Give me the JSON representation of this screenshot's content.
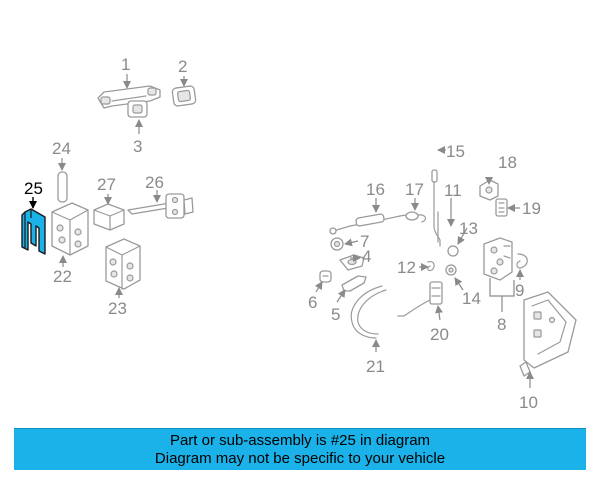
{
  "diagram": {
    "callouts": [
      {
        "id": "1",
        "label": "1",
        "highlighted": false
      },
      {
        "id": "2",
        "label": "2",
        "highlighted": false
      },
      {
        "id": "3",
        "label": "3",
        "highlighted": false
      },
      {
        "id": "4",
        "label": "4",
        "highlighted": false
      },
      {
        "id": "5",
        "label": "5",
        "highlighted": false
      },
      {
        "id": "6",
        "label": "6",
        "highlighted": false
      },
      {
        "id": "7",
        "label": "7",
        "highlighted": false
      },
      {
        "id": "8",
        "label": "8",
        "highlighted": false
      },
      {
        "id": "9",
        "label": "9",
        "highlighted": false
      },
      {
        "id": "10",
        "label": "10",
        "highlighted": false
      },
      {
        "id": "11",
        "label": "11",
        "highlighted": false
      },
      {
        "id": "12",
        "label": "12",
        "highlighted": false
      },
      {
        "id": "13",
        "label": "13",
        "highlighted": false
      },
      {
        "id": "14",
        "label": "14",
        "highlighted": false
      },
      {
        "id": "15",
        "label": "15",
        "highlighted": false
      },
      {
        "id": "16",
        "label": "16",
        "highlighted": false
      },
      {
        "id": "17",
        "label": "17",
        "highlighted": false
      },
      {
        "id": "18",
        "label": "18",
        "highlighted": false
      },
      {
        "id": "19",
        "label": "19",
        "highlighted": false
      },
      {
        "id": "20",
        "label": "20",
        "highlighted": false
      },
      {
        "id": "21",
        "label": "21",
        "highlighted": false
      },
      {
        "id": "22",
        "label": "22",
        "highlighted": false
      },
      {
        "id": "23",
        "label": "23",
        "highlighted": false
      },
      {
        "id": "24",
        "label": "24",
        "highlighted": false
      },
      {
        "id": "25",
        "label": "25",
        "highlighted": true
      },
      {
        "id": "26",
        "label": "26",
        "highlighted": false
      },
      {
        "id": "27",
        "label": "27",
        "highlighted": false
      }
    ],
    "highlight_color": "#1ab2e8",
    "line_color": "#9a9a9a"
  },
  "banner": {
    "line1": "Part or sub-assembly is #25 in diagram",
    "line2": "Diagram may not be specific to your vehicle",
    "background": "#1ab2e8"
  }
}
